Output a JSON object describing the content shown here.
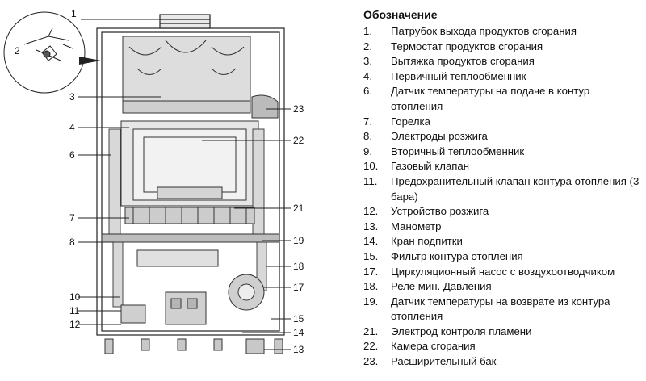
{
  "legend": {
    "title": "Обозначение",
    "items": [
      {
        "num": "1.",
        "text": "Патрубок выхода продуктов сгорания"
      },
      {
        "num": "2.",
        "text": "Термостат продуктов сгорания"
      },
      {
        "num": "3.",
        "text": "Вытяжка продуктов сгорания"
      },
      {
        "num": "4.",
        "text": "Первичный теплообменник"
      },
      {
        "num": "6.",
        "text": "Датчик температуры на подаче в контур отопления"
      },
      {
        "num": "7.",
        "text": "Горелка"
      },
      {
        "num": "8.",
        "text": "Электроды розжига"
      },
      {
        "num": "9.",
        "text": "Вторичный теплообменник"
      },
      {
        "num": "10.",
        "text": "Газовый клапан"
      },
      {
        "num": "11.",
        "text": "Предохранительный клапан контура отопления (3 бара)"
      },
      {
        "num": "12.",
        "text": "Устройство розжига"
      },
      {
        "num": "13.",
        "text": "Манометр"
      },
      {
        "num": "14.",
        "text": "Кран подпитки"
      },
      {
        "num": "15.",
        "text": "Фильтр контура отопления"
      },
      {
        "num": "17.",
        "text": "Циркуляционный насос с воздухоотводчиком"
      },
      {
        "num": "18.",
        "text": "Реле мин. Давления"
      },
      {
        "num": "19.",
        "text": "Датчик температуры на возврате из контура отопления"
      },
      {
        "num": "21.",
        "text": "Электрод контроля пламени"
      },
      {
        "num": "22.",
        "text": "Камера сгорания"
      },
      {
        "num": "23.",
        "text": "Расширительный бак"
      }
    ]
  },
  "diagram": {
    "left_labels": [
      "1",
      "2",
      "3",
      "4",
      "6",
      "7",
      "8",
      "10",
      "11",
      "12"
    ],
    "right_labels": [
      "23",
      "22",
      "21",
      "19",
      "18",
      "17",
      "15",
      "14",
      "13"
    ]
  }
}
